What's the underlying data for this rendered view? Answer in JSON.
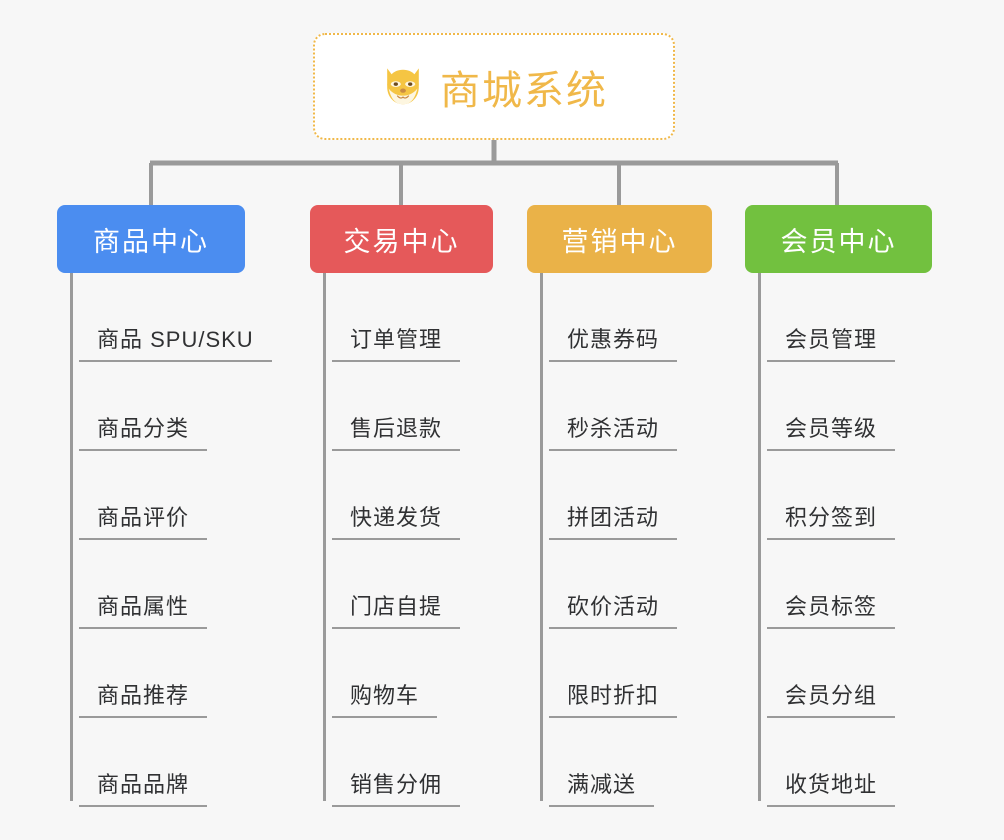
{
  "diagram": {
    "type": "mindmap-org-chart",
    "background_color": "#f7f7f7",
    "root": {
      "title": "商城系统",
      "icon": "shiba-dog-face-icon",
      "border_color": "#f0b849",
      "text_color": "#f0b849",
      "background_color": "#ffffff"
    },
    "connector_color": "#9a9a9a",
    "branches": [
      {
        "label": "商品中心",
        "color": "#4b8df0",
        "items": [
          "商品 SPU/SKU",
          "商品分类",
          "商品评价",
          "商品属性",
          "商品推荐",
          "商品品牌"
        ]
      },
      {
        "label": "交易中心",
        "color": "#e5595a",
        "items": [
          "订单管理",
          "售后退款",
          "快递发货",
          "门店自提",
          "购物车",
          "销售分佣"
        ]
      },
      {
        "label": "营销中心",
        "color": "#eab248",
        "items": [
          "优惠券码",
          "秒杀活动",
          "拼团活动",
          "砍价活动",
          "限时折扣",
          "满减送"
        ]
      },
      {
        "label": "会员中心",
        "color": "#72c13f",
        "items": [
          "会员管理",
          "会员等级",
          "积分签到",
          "会员标签",
          "会员分组",
          "收货地址"
        ]
      }
    ]
  }
}
